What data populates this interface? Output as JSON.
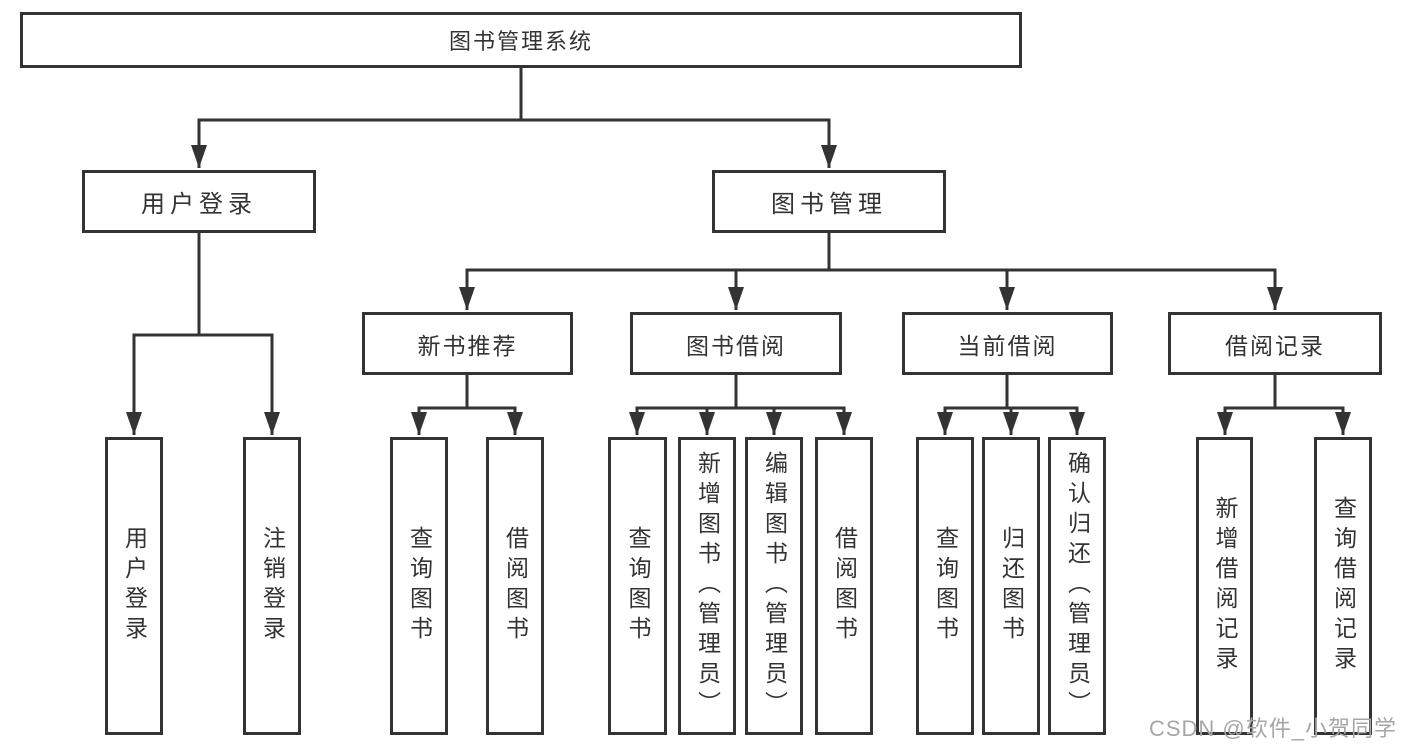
{
  "diagram": {
    "tree": {
      "label": "图书管理系统",
      "children": [
        {
          "label": "用户登录",
          "children": [
            {
              "label": "用户登录"
            },
            {
              "label": "注销登录"
            }
          ]
        },
        {
          "label": "图书管理",
          "children": [
            {
              "label": "新书推荐",
              "children": [
                {
                  "label": "查询图书"
                },
                {
                  "label": "借阅图书"
                }
              ]
            },
            {
              "label": "图书借阅",
              "children": [
                {
                  "label": "查询图书"
                },
                {
                  "label": "新增图书（管理员）"
                },
                {
                  "label": "编辑图书（管理员）"
                },
                {
                  "label": "借阅图书"
                }
              ]
            },
            {
              "label": "当前借阅",
              "children": [
                {
                  "label": "查询图书"
                },
                {
                  "label": "归还图书"
                },
                {
                  "label": "确认归还（管理员）"
                }
              ]
            },
            {
              "label": "借阅记录",
              "children": [
                {
                  "label": "新增借阅记录"
                },
                {
                  "label": "查询借阅记录"
                }
              ]
            }
          ]
        }
      ]
    },
    "colors": {
      "line": "#333333",
      "box_border": "#333333",
      "text": "#333333",
      "background": "#ffffff",
      "watermark": "#a6a6a6"
    }
  },
  "watermark": {
    "text": "CSDN @软件_小贺同学"
  }
}
